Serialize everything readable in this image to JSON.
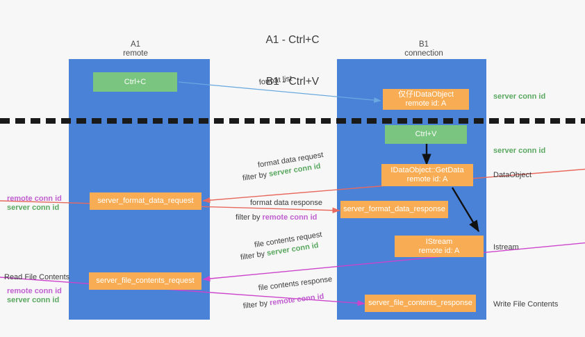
{
  "title": {
    "line1": "A1 - Ctrl+C",
    "line2": "B1 - Ctrl+V"
  },
  "columns": [
    {
      "name": "A1",
      "role": "remote"
    },
    {
      "name": "B1",
      "role": "connection"
    }
  ],
  "boxes": {
    "ctrl_c": {
      "line1": "Ctrl+C",
      "color": "#7ac57f"
    },
    "ctrl_v": {
      "line1": "Ctrl+V",
      "color": "#7ac57f"
    },
    "idataobject": {
      "line1": "仅仔IDataObject",
      "line2": "remote id: A",
      "color": "#f8ad54"
    },
    "getdata": {
      "line1": "IDataObject::GetData",
      "line2": "remote id: A",
      "color": "#f8ad54"
    },
    "istream": {
      "line1": "IStream",
      "line2": "remote id: A",
      "color": "#f8ad54"
    },
    "format_data_request": {
      "line1": "server_format_data_request",
      "color": "#f8ad54"
    },
    "format_data_response": {
      "line1": "server_format_data_response",
      "color": "#f8ad54"
    },
    "file_contents_request": {
      "line1": "server_file_contents_request",
      "color": "#f8ad54"
    },
    "file_contents_response": {
      "line1": "server_file_contents_response",
      "color": "#f8ad54"
    }
  },
  "arrow_labels": {
    "format_list": "format list",
    "format_data_request": "format data request",
    "format_data_request_filter_prefix": "filter by ",
    "format_data_request_filter_value": "server conn id",
    "format_data_response": "format data response",
    "format_data_response_filter_prefix": "filter by ",
    "format_data_response_filter_value": "remote conn id",
    "file_contents_request": "file contents request",
    "file_contents_request_filter_prefix": "filter by ",
    "file_contents_request_filter_value": "server conn id",
    "file_contents_response": "file contents response",
    "file_contents_response_filter_prefix": "filter by ",
    "file_contents_response_filter_value": "remote conn id"
  },
  "right_labels": {
    "server_conn_id_top": "server conn id",
    "server_conn_id_mid": "server conn id",
    "dataobject": "DataObject",
    "istream": "Istream",
    "write_file_contents": "Write File Contents"
  },
  "left_labels": {
    "remote_conn_id_upper": "remote conn id",
    "server_conn_id_upper": "server conn id",
    "read_file_contents": "Read File Contents",
    "remote_conn_id_lower": "remote conn id",
    "server_conn_id_lower": "server conn id"
  },
  "colors": {
    "lane": "#4a82d8",
    "green_box": "#7ac57f",
    "orange_box": "#f8ad54",
    "green_text": "#5aa860",
    "purple_text": "#c05fd0",
    "arrow_blue": "#6aa9e0",
    "arrow_red": "#e8695e",
    "arrow_magenta": "#cc44cc",
    "arrow_black": "#111111",
    "background": "#f7f7f7"
  }
}
